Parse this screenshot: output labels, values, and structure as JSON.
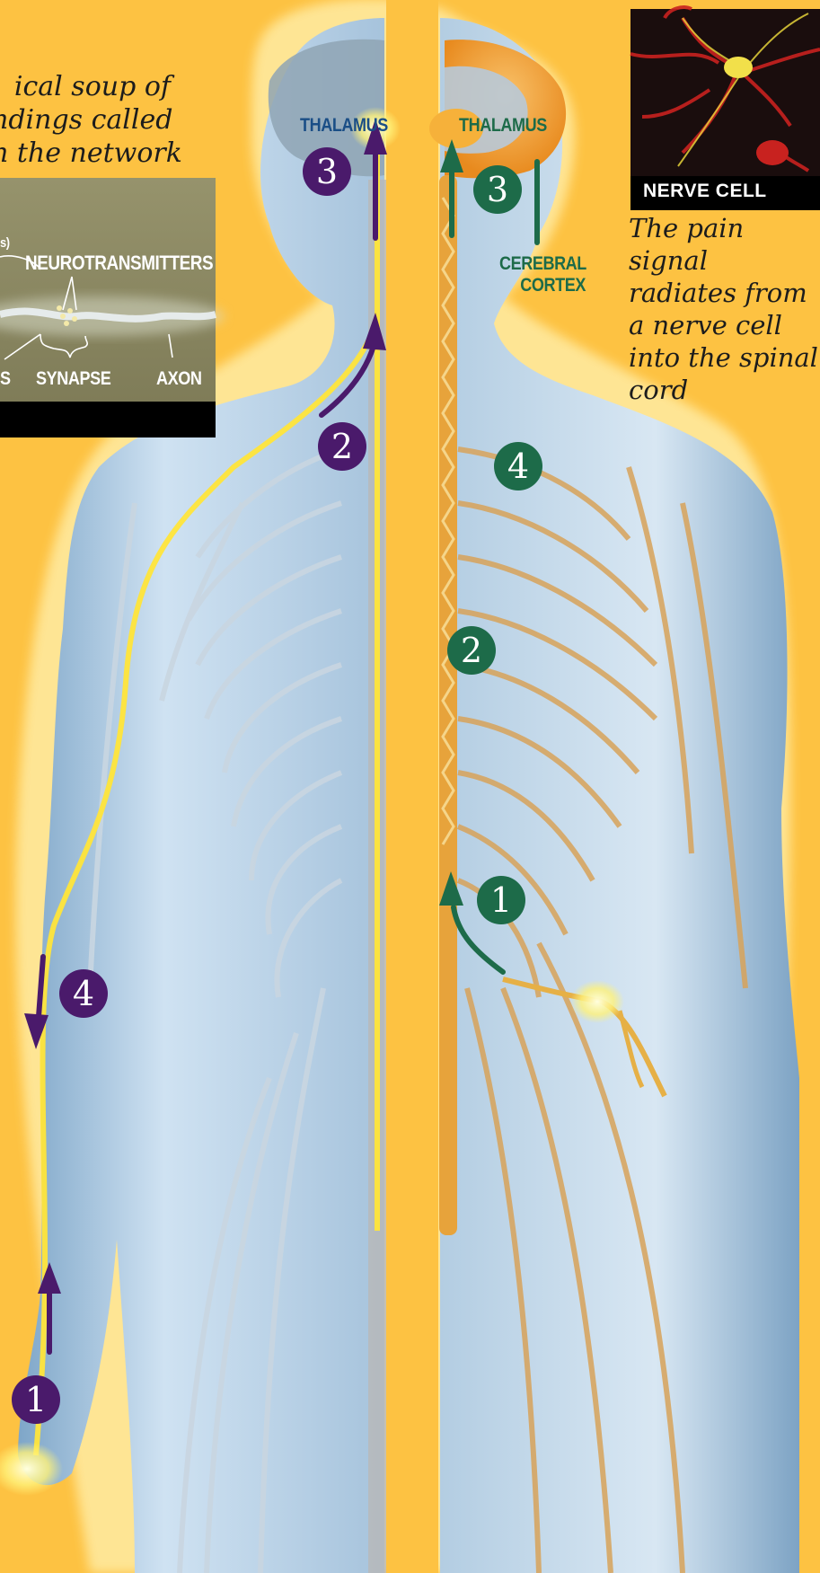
{
  "captions": {
    "top": [
      "ical soup of",
      "ndings called",
      "n the network"
    ],
    "right": [
      "The pain signal",
      "radiates from",
      "a nerve cell",
      "into the spinal",
      "cord"
    ]
  },
  "labels": {
    "thalamus_left": "THALAMUS",
    "thalamus_right": "THALAMUS",
    "cerebral_cortex": [
      "CEREBRAL",
      "CORTEX"
    ],
    "neurotransmitters": "NEUROTRANSMITTERS",
    "synapse": "SYNAPSE",
    "axon": "AXON",
    "inset_left_fragment": "S",
    "inset_top_fragment": "s)",
    "nerve_cell": "NERVE CELL"
  },
  "steps": {
    "purple": [
      "1",
      "2",
      "3",
      "4"
    ],
    "green": [
      "1",
      "2",
      "3",
      "4"
    ]
  },
  "colors": {
    "background": "#FDC242",
    "body_blue": "#9fc3df",
    "signal_yellow": "#ffe53a",
    "purple": "#4a1a6b",
    "green": "#1d6b49",
    "label_blue": "#1a4e86",
    "nerve_tan": "#d8a35a",
    "inset_olive": "#8d8a66"
  }
}
